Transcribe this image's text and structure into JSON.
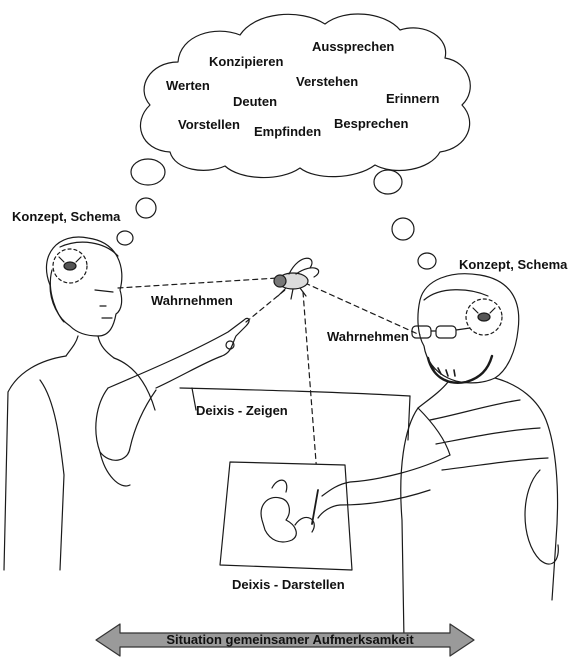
{
  "thoughts": {
    "words": [
      "Konzipieren",
      "Aussprechen",
      "Werten",
      "Verstehen",
      "Deuten",
      "Erinnern",
      "Vorstellen",
      "Empfinden",
      "Besprechen"
    ]
  },
  "labels": {
    "concept_left": "Konzept, Schema",
    "concept_right": "Konzept, Schema",
    "perceive_left": "Wahrnehmen",
    "perceive_right": "Wahrnehmen",
    "deixis_pointing": "Deixis - Zeigen",
    "deixis_depicting": "Deixis - Darstellen"
  },
  "arrow": {
    "label": "Situation gemeinsamer Aufmerksamkeit",
    "fill_color": "#9a9a9a"
  },
  "colors": {
    "ink": "#111111"
  }
}
